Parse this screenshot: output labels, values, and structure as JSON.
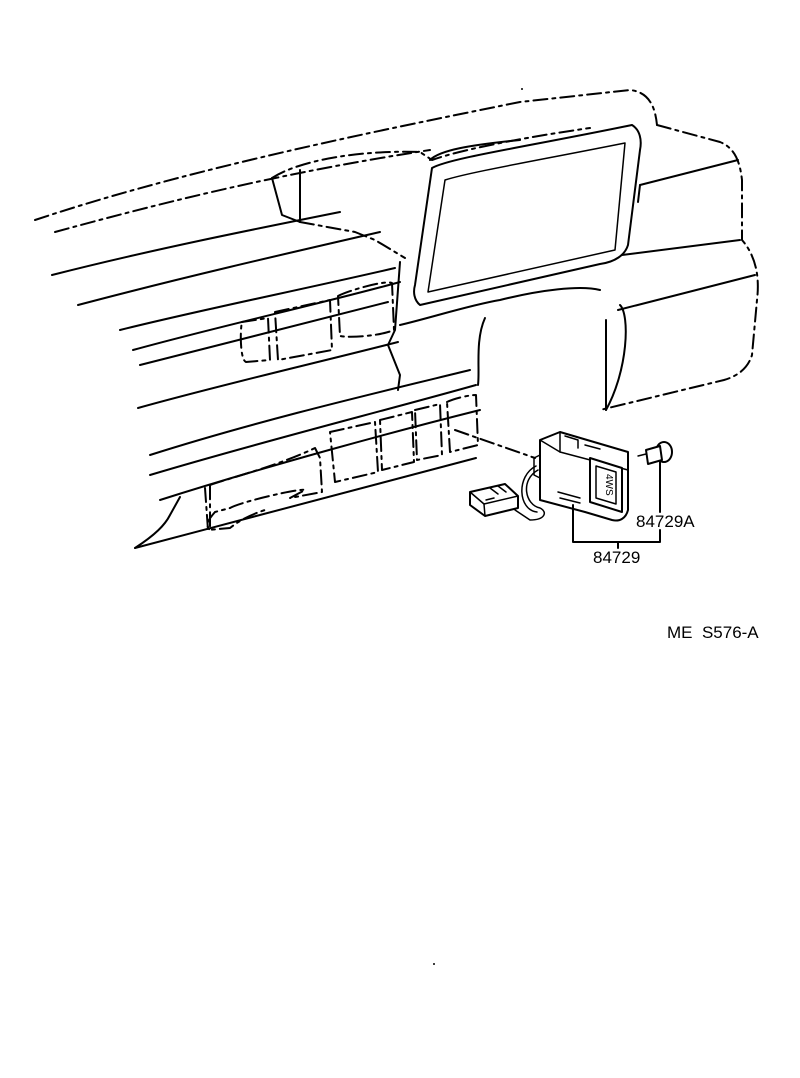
{
  "labels": {
    "switch_assembly": "84729",
    "knob": "84729A",
    "switch_text": "4WS",
    "drawing_code": "ME  S576-A"
  }
}
